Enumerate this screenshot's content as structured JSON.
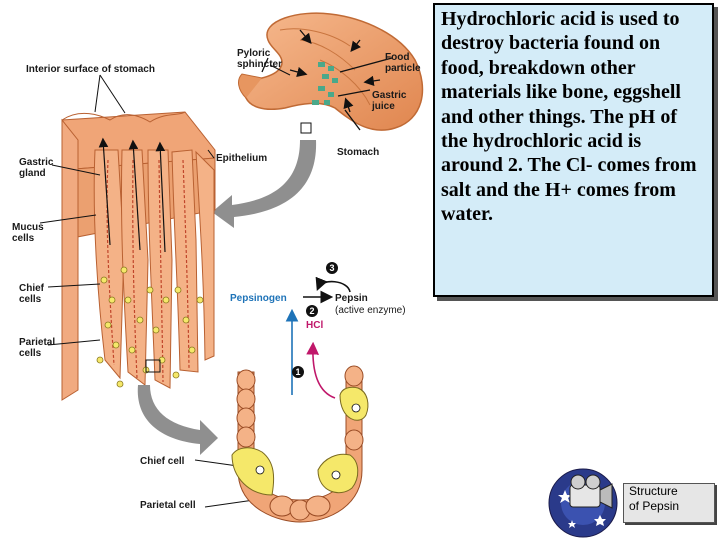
{
  "labels": {
    "interior_surface": "Interior surface of stomach",
    "pyloric_sphincter": "Pyloric\nsphincter",
    "food_particle": "Food\nparticle",
    "gastric_juice": "Gastric\njuice",
    "stomach": "Stomach",
    "epithelium": "Epithelium",
    "gastric_gland": "Gastric\ngland",
    "mucus_cells": "Mucus\ncells",
    "chief_cells": "Chief\ncells",
    "parietal_cells": "Parietal\ncells",
    "pepsinogen": "Pepsinogen",
    "pepsin": "Pepsin",
    "active_enzyme": "(active enzyme)",
    "hcl": "HCl",
    "chief_cell": "Chief cell",
    "parietal_cell": "Parietal cell"
  },
  "steps": [
    "1",
    "2",
    "3"
  ],
  "text_box": "Hydrochloric acid is used to destroy bacteria found on food, breakdown other materials like bone, eggshell and other things. The pH of the hydrochloric acid is around 2.  The Cl- comes from salt and the H+ comes from water.",
  "button": {
    "label": "Structure\nof Pepsin"
  },
  "colors": {
    "tissue": "#f2a678",
    "tissue_dark": "#d9733f",
    "cell_yellow": "#f5e86a",
    "arrow_blue": "#1e73b8",
    "arrow_magenta": "#c0176a",
    "textbox_bg": "#d4ecf8",
    "green_particle": "#4aa88a"
  }
}
